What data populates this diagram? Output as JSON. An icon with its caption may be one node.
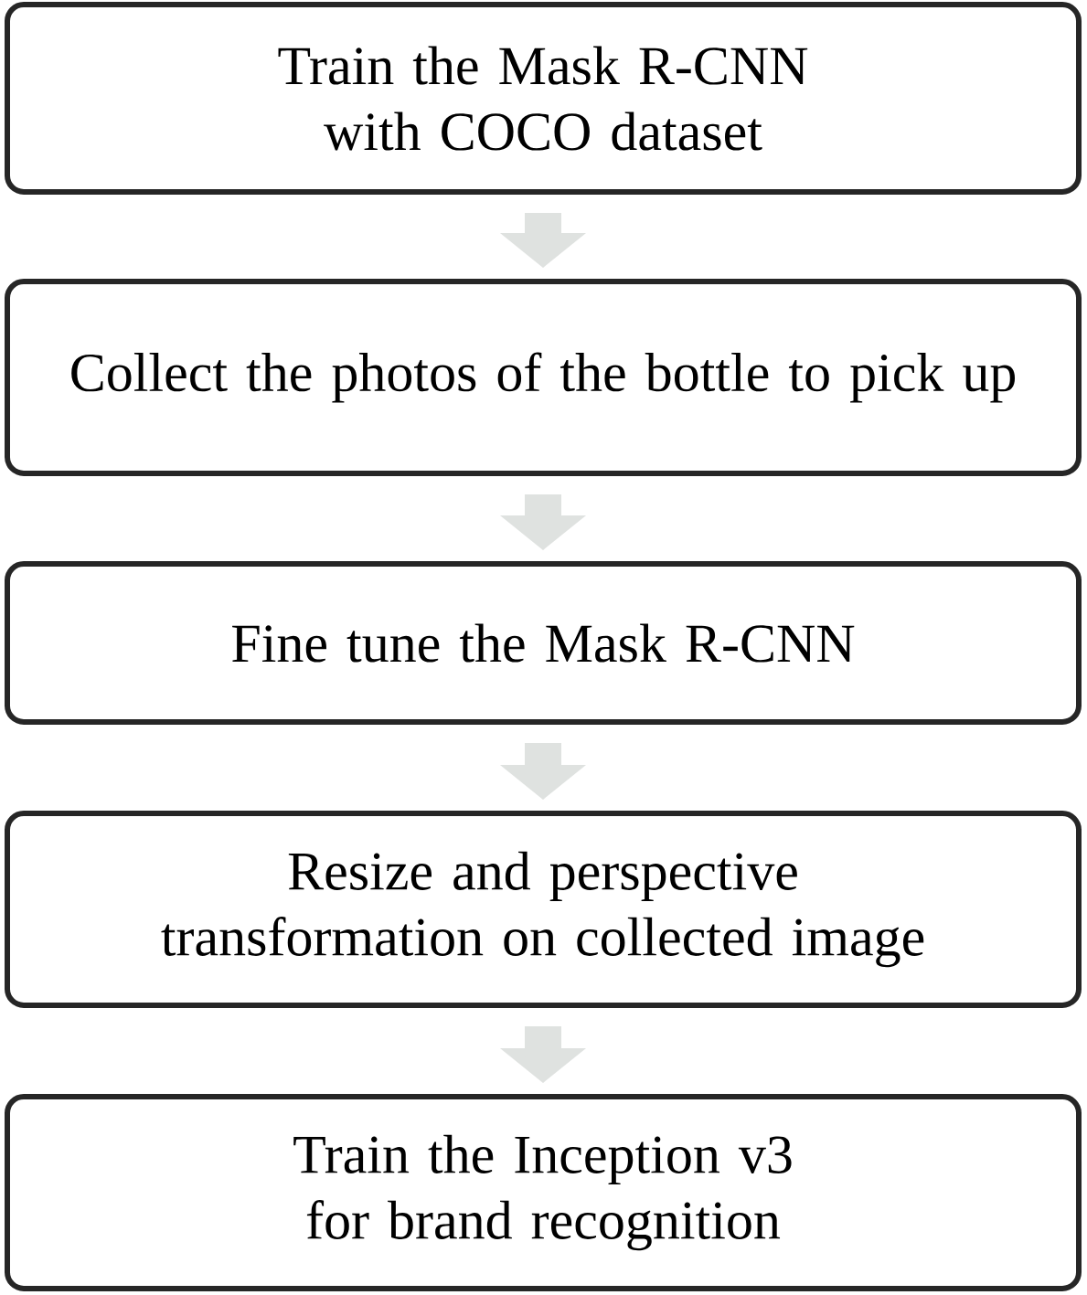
{
  "diagram": {
    "nodes": [
      {
        "text": [
          "Train the Mask R-CNN with COCO dataset"
        ]
      },
      {
        "text": [
          "Collect the photos of the bottle to pick up"
        ]
      },
      {
        "text": [
          "Fine tune the Mask R-CNN"
        ]
      },
      {
        "text": [
          "Resize and perspective transformation on collected image"
        ]
      },
      {
        "text": [
          "Train the Inception v3 for brand recognition"
        ]
      }
    ],
    "edges": [
      {
        "from": 0,
        "to": 1,
        "arrow": "to"
      },
      {
        "from": 1,
        "to": 2,
        "arrow": "to"
      },
      {
        "from": 2,
        "to": 3,
        "arrow": "to"
      },
      {
        "from": 3,
        "to": 4,
        "arrow": "to"
      }
    ]
  }
}
